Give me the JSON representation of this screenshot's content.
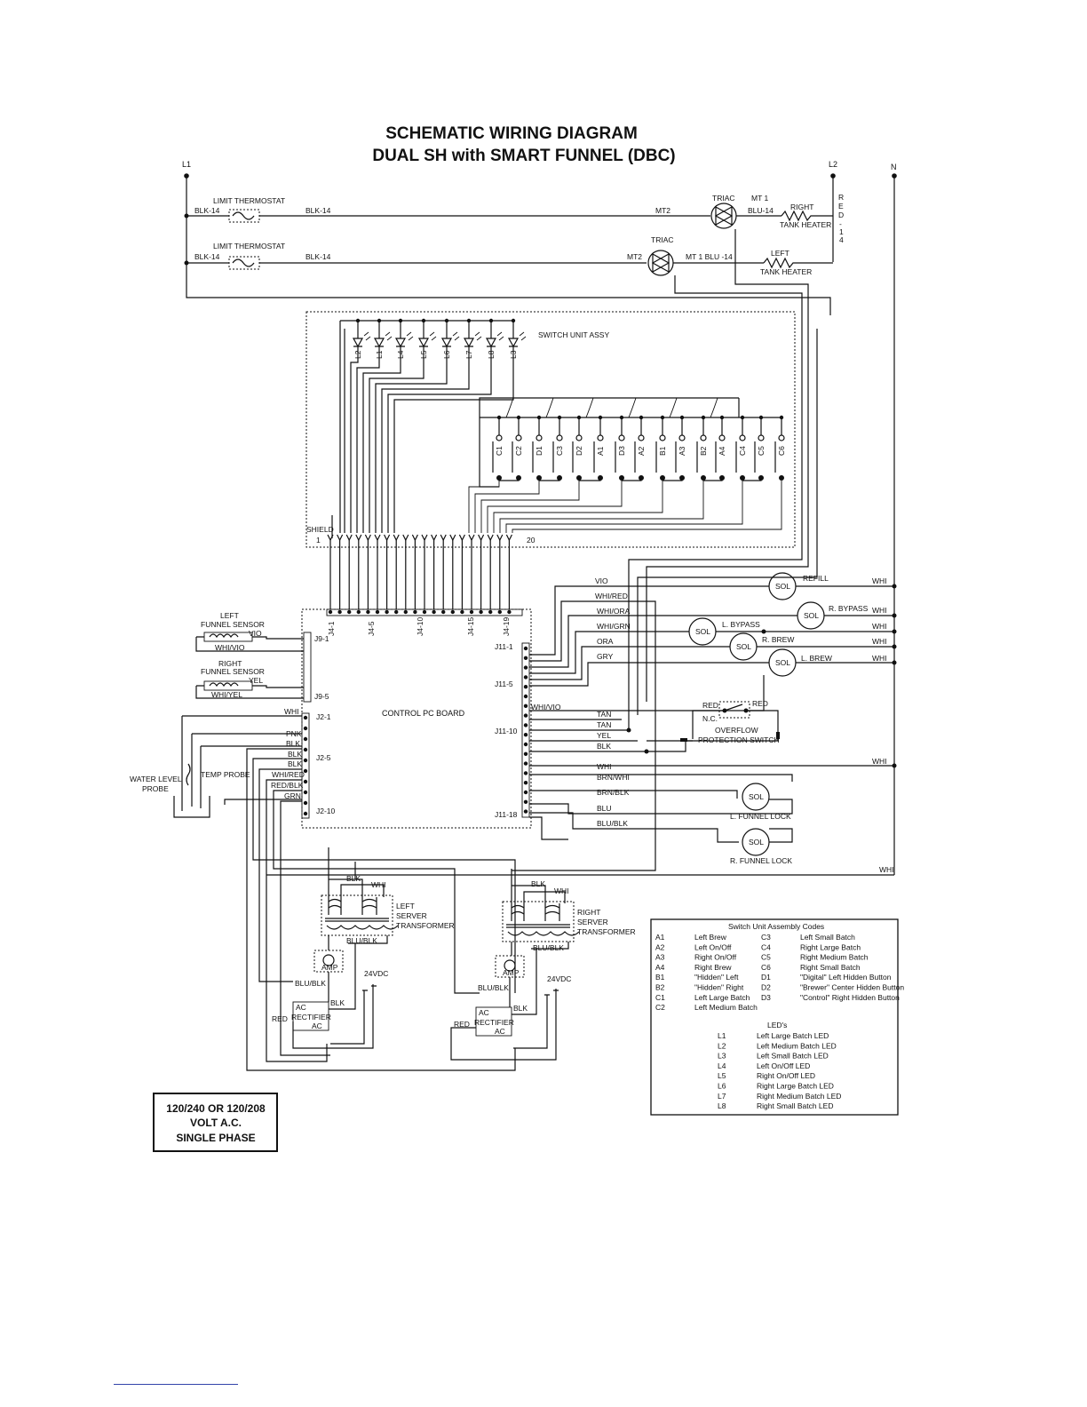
{
  "title": {
    "line1": "SCHEMATIC WIRING DIAGRAM",
    "line2": "DUAL SH with SMART FUNNEL (DBC)"
  },
  "power": {
    "l1": "L1",
    "l2": "L2",
    "n": "N"
  },
  "top_circuit": {
    "limit_thermostat": "LIMIT THERMOSTAT",
    "blk14": "BLK-14",
    "triac": "TRIAC",
    "mt1": "MT 1",
    "mt2": "MT2",
    "blu14_right": "BLU-14",
    "mt1_blu14_left": "MT 1  BLU -14",
    "right": "RIGHT",
    "left": "LEFT",
    "tank_heater": "TANK HEATER",
    "red14": [
      "R",
      "E",
      "D",
      "-",
      "1",
      "4"
    ]
  },
  "switch_unit": {
    "label": "SWITCH UNIT ASSY",
    "leds": [
      "L2",
      "L1",
      "L4",
      "L5",
      "L6",
      "L7",
      "L8",
      "L3"
    ],
    "switches": [
      "C1",
      "C2",
      "D1",
      "C3",
      "D2",
      "A1",
      "D3",
      "A2",
      "B1",
      "A3",
      "B2",
      "A4",
      "C4",
      "C5",
      "C6"
    ],
    "shield": "SHIELD",
    "pin_start": "1",
    "pin_end": "20"
  },
  "board": {
    "label": "CONTROL PC BOARD",
    "j4": [
      "J4-1",
      "J4-5",
      "J4-10",
      "J4-15",
      "J4-19"
    ],
    "j9_1": "J9-1",
    "j9_5": "J9-5",
    "j2_1": "J2-1",
    "j2_5": "J2-5",
    "j2_10": "J2-10",
    "j11_1": "J11-1",
    "j11_5": "J11-5",
    "j11_10": "J11-10",
    "j11_18": "J11-18"
  },
  "sensors": {
    "left_funnel_1": "LEFT",
    "left_funnel_2": "FUNNEL SENSOR",
    "right_funnel_1": "RIGHT",
    "right_funnel_2": "FUNNEL SENSOR",
    "vio": "VIO",
    "whi_vio": "WHI/VIO",
    "yel": "YEL",
    "whi_yel": "WHI/YEL",
    "water_level_1": "WATER LEVEL",
    "water_level_2": "PROBE",
    "temp_probe": "TEMP PROBE"
  },
  "j2_wires": [
    "WHI",
    "PNK",
    "BLK",
    "BLK",
    "BLK",
    "WHI/RED",
    "RED/BLK",
    "GRN"
  ],
  "j11_wires": {
    "vio": "VIO",
    "whi_red": "WHI/RED",
    "whi_ora": "WHI/ORA",
    "whi_grn": "WHI/GRN",
    "ora": "ORA",
    "gry": "GRY",
    "whi_vio": "WHI/VIO",
    "tan1": "TAN",
    "tan2": "TAN",
    "yel": "YEL",
    "blk": "BLK",
    "whi": "WHI",
    "brn_whi": "BRN/WHI",
    "brn_blk": "BRN/BLK",
    "blu": "BLU",
    "blu_blk": "BLU/BLK"
  },
  "solenoids": {
    "sol": "SOL",
    "refill": "REFILL",
    "r_bypass": "R. BYPASS",
    "l_bypass": "L. BYPASS",
    "r_brew": "R. BREW",
    "l_brew": "L. BREW",
    "l_funnel_lock": "L. FUNNEL LOCK",
    "r_funnel_lock": "R. FUNNEL LOCK",
    "whi": "WHI"
  },
  "overflow": {
    "red1": "RED",
    "red2": "RED",
    "nc": "N.C.",
    "label1": "OVERFLOW",
    "label2": "PROTECTION SWITCH"
  },
  "transformers": {
    "blk": "BLK",
    "whi": "WHI",
    "blu_blk": "BLU/BLK",
    "left_1": "LEFT",
    "right_1": "RIGHT",
    "server": "SERVER",
    "transformer": "TRANSFORMER",
    "amp": "AMP",
    "vdc": "24VDC",
    "ac": "AC",
    "rectifier": "RECTIFIER",
    "red": "RED",
    "plus": "+",
    "minus": "-"
  },
  "codes": {
    "title": "Switch Unit Assembly Codes",
    "left_col": [
      [
        "A1",
        "Left Brew"
      ],
      [
        "A2",
        "Left On/Off"
      ],
      [
        "A3",
        "Right On/Off"
      ],
      [
        "A4",
        "Right Brew"
      ],
      [
        "B1",
        "\"Hidden\" Left"
      ],
      [
        "B2",
        "\"Hidden\" Right"
      ],
      [
        "C1",
        "Left Large Batch"
      ],
      [
        "C2",
        "Left Medium Batch"
      ]
    ],
    "right_col": [
      [
        "C3",
        "Left Small Batch"
      ],
      [
        "C4",
        "Right Large Batch"
      ],
      [
        "C5",
        "Right Medium Batch"
      ],
      [
        "C6",
        "Right Small Batch"
      ],
      [
        "D1",
        "\"Digital\" Left Hidden Button"
      ],
      [
        "D2",
        "\"Brewer\" Center Hidden Button"
      ],
      [
        "D3",
        "\"Control\" Right Hidden Button"
      ]
    ],
    "led_title": "LED's",
    "leds": [
      [
        "L1",
        "Left Large Batch LED"
      ],
      [
        "L2",
        "Left Medium Batch LED"
      ],
      [
        "L3",
        "Left Small Batch LED"
      ],
      [
        "L4",
        "Left On/Off LED"
      ],
      [
        "L5",
        "Right On/Off LED"
      ],
      [
        "L6",
        "Right Large Batch LED"
      ],
      [
        "L7",
        "Right Medium Batch LED"
      ],
      [
        "L8",
        "Right Small Batch LED"
      ]
    ]
  },
  "voltage": {
    "line1": "120/240 OR 120/208",
    "line2": "VOLT A.C.",
    "line3": "SINGLE PHASE"
  }
}
